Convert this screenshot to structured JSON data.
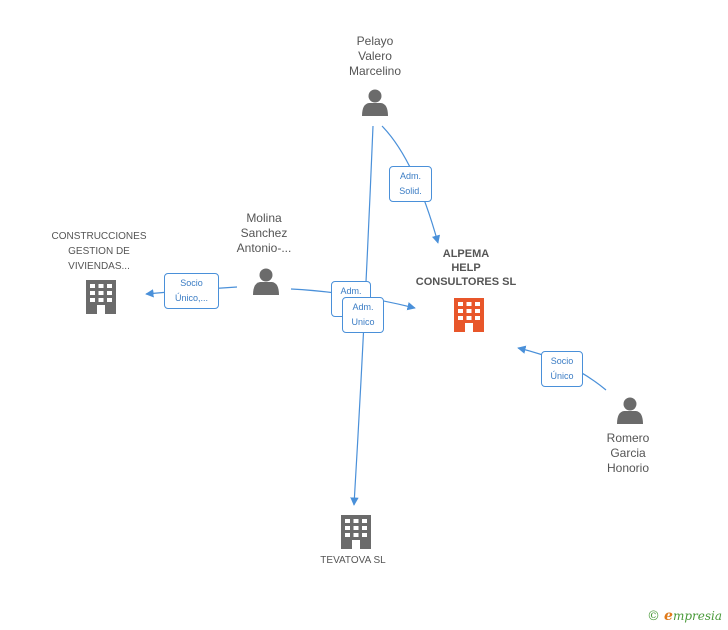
{
  "nodes": {
    "pelayo": {
      "lines": [
        "Pelayo",
        "Valero",
        "Marcelino"
      ],
      "type": "person"
    },
    "molina": {
      "lines": [
        "Molina",
        "Sanchez",
        "Antonio-..."
      ],
      "type": "person"
    },
    "romero": {
      "lines": [
        "Romero",
        "Garcia",
        "Honorio"
      ],
      "type": "person"
    },
    "construcciones": {
      "lines": [
        "CONSTRUCCIONES",
        "GESTION DE",
        "VIVIENDAS..."
      ],
      "type": "company"
    },
    "alpema": {
      "lines": [
        "ALPEMA",
        "HELP",
        "CONSULTORES SL"
      ],
      "type": "company",
      "focus": true
    },
    "tevatova": {
      "lines": [
        "TEVATOVA SL"
      ],
      "type": "company"
    }
  },
  "edges": {
    "pelayo_alpema": {
      "lines": [
        "Adm.",
        "Solid."
      ]
    },
    "molina_construcciones": {
      "lines": [
        "Socio",
        "Único,..."
      ]
    },
    "molina_alpema": {
      "lines": [
        "Adm.",
        "S..."
      ]
    },
    "pelayo_tevatova": {
      "lines": [
        "Adm.",
        "Unico"
      ]
    },
    "romero_alpema": {
      "lines": [
        "Socio",
        "Único"
      ]
    }
  },
  "colors": {
    "edge": "#4a90d9",
    "icon": "#6b6b6b",
    "focus_company": "#e8562a"
  },
  "watermark": {
    "copyright": "©",
    "brand_initial": "e",
    "brand_rest": "mpresia"
  }
}
